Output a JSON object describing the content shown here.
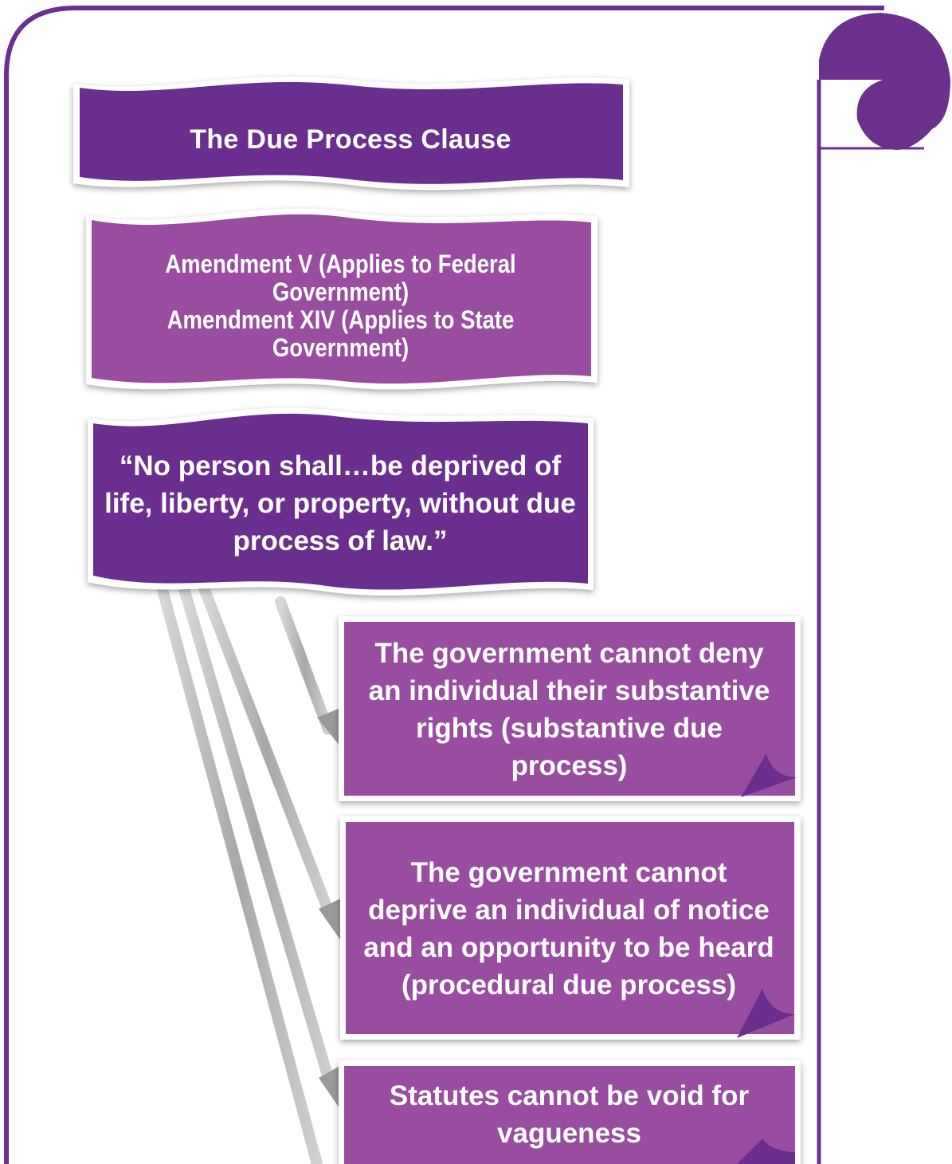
{
  "diagram": {
    "title": "The Due Process Clause",
    "amendments": {
      "line1": "Amendment V (Applies to Federal",
      "line2": "Government)",
      "line3": "Amendment XIV (Applies to State",
      "line4": "Government)"
    },
    "quote": "“No person shall…be deprived of life, liberty, or property, without due process of law.”",
    "outcomes": [
      {
        "text": "The government cannot deny an individual their substantive rights (substantive due process)"
      },
      {
        "text": "The government cannot deprive an individual of notice and an opportunity to be heard (procedural due process)"
      },
      {
        "text": "Statutes cannot be void for vagueness"
      }
    ],
    "colors": {
      "dark_purple": "#6B2F8E",
      "light_purple": "#984EA0",
      "frame_purple": "#6B2F8E",
      "arrow_gray": "#B5B5B5",
      "background": "#FFFFFF"
    }
  }
}
